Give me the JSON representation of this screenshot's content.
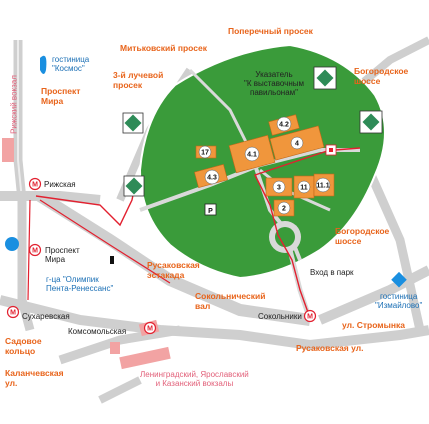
{
  "streets": {
    "poperechny": "Поперечный просек",
    "mitkovsky": "Митьковский просек",
    "luchevoy": "3-й лучевой\nпросек",
    "bogorodskoe_top": "Богородское\nшоссе",
    "bogorodskoe_right": "Богородское\nшоссе",
    "prospekt_mira": "Проспект\nМира",
    "rizhsky_vokzal": "Рижский вокзал",
    "rusakovskaya_estakada": "Русаковская\nэстакада",
    "sokolnichesky_val": "Сокольнический\nвал",
    "rusakovskaya_ul": "Русаковская ул.",
    "stromynka": "ул. Стромынка",
    "sadovoe": "Садовое\nкольцо",
    "kalanchevskaya": "Каланчевская\nул."
  },
  "places": {
    "kosmos": "гостиница\n\"Космос\"",
    "olympic": "г-ца \"Олимпик\nПента-Ренессанс\"",
    "izmailovo": "гостиница\n\"Измайлово\"",
    "vokzaly": "Ленинградский, Ярославский\nи Казанский вокзалы",
    "pavilion_sign": "Указатель\n\"К выставочным\nпавильонам\"",
    "park_entrance": "Вход в парк"
  },
  "metro": {
    "rizhskaya": "Рижская",
    "prospekt_mira": "Проспект\nМира",
    "sukharevskaya": "Сухаревская",
    "komsomolskaya": "Комсомольская",
    "sokolniki": "Сокольники"
  },
  "pavilions": [
    "4.2",
    "4",
    "4.1",
    "17",
    "4.3",
    "3",
    "11",
    "11.1",
    "2"
  ],
  "icons": {
    "parking": "P",
    "metro": "М",
    "road_sign": "pointer-sign-icon"
  },
  "colors": {
    "park_green": "#3a9b3a",
    "pavilion_orange": "#f0963c",
    "road_gray": "#cfcfcf",
    "route_red": "#e2202f",
    "label_orange": "#e8641b",
    "metro_red": "#e2202f",
    "hotel_blue": "#1a8fe0"
  }
}
